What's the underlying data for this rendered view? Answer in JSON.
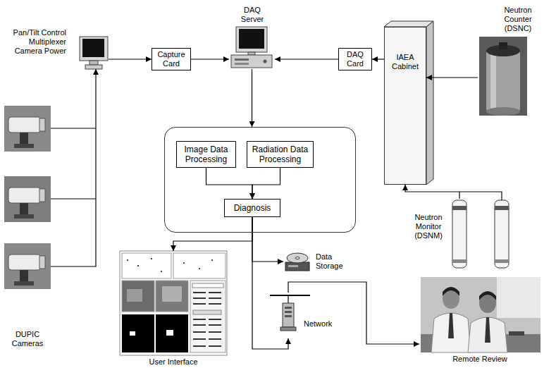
{
  "diagram": {
    "nodes": [
      {
        "text": [
          "Pan/Tilt Control Multiplexer Camera Power"
        ]
      },
      {
        "text": [
          "Capture Card"
        ]
      },
      {
        "text": [
          "DAQ Server"
        ]
      },
      {
        "text": [
          "DAQ Card"
        ]
      },
      {
        "text": [
          "IAEA Cabinet"
        ]
      },
      {
        "text": [
          "Neutron Counter (DSNC)"
        ]
      },
      {
        "text": [
          "DUPIC Cameras"
        ]
      },
      {
        "text": []
      },
      {
        "text": [
          "Image Data Processing"
        ],
        "in": 7
      },
      {
        "text": [
          "Radiation Data Processing"
        ],
        "in": 7
      },
      {
        "text": [
          "Diagnosis"
        ],
        "in": 7
      },
      {
        "text": [
          "Neutron Monitor (DSNM)"
        ]
      },
      {
        "text": [
          "Data Storage"
        ]
      },
      {
        "text": [
          "User Interface"
        ]
      },
      {
        "text": [
          "Network"
        ]
      },
      {
        "text": [
          "Remote Review"
        ]
      }
    ],
    "edges": [
      {
        "from": 6,
        "to": 0,
        "arrow": "to"
      },
      {
        "from": 0,
        "to": 1,
        "arrow": "to"
      },
      {
        "from": 1,
        "to": 2,
        "arrow": "to"
      },
      {
        "from": 3,
        "to": 2,
        "arrow": "to"
      },
      {
        "from": 4,
        "to": 3,
        "arrow": "to"
      },
      {
        "from": 5,
        "to": 4,
        "arrow": "to"
      },
      {
        "from": 11,
        "to": 4,
        "arrow": "to"
      },
      {
        "from": 2,
        "to": 7,
        "arrow": "to"
      },
      {
        "from": 8,
        "to": 10,
        "arrow": "to"
      },
      {
        "from": 9,
        "to": 10,
        "arrow": "to"
      },
      {
        "from": 10,
        "to": 13,
        "arrow": "to"
      },
      {
        "from": 10,
        "to": 12,
        "arrow": "to"
      },
      {
        "from": 10,
        "to": 14,
        "arrow": "to"
      },
      {
        "from": 14,
        "to": 15,
        "arrow": "to"
      }
    ]
  }
}
